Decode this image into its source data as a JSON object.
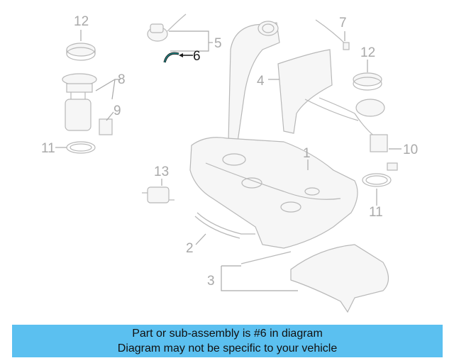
{
  "callouts": {
    "c1": "1",
    "c2": "2",
    "c3": "3",
    "c4": "4",
    "c5": "5",
    "c6": "6",
    "c7": "7",
    "c8": "8",
    "c9": "9",
    "c10": "10",
    "c11a": "11",
    "c11b": "11",
    "c12a": "12",
    "c12b": "12",
    "c13": "13"
  },
  "highlight_color": "#1a1a1a",
  "highlight_part_color": "#1f8a8a",
  "banner": {
    "color": "#5bc0f0",
    "line1": "Part or sub-assembly is #6 in diagram",
    "line2": "Diagram may not be specific to your vehicle"
  }
}
